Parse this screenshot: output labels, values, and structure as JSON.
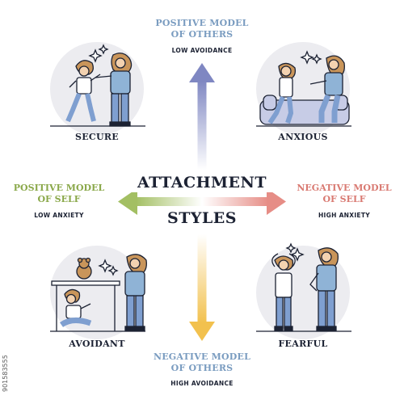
{
  "title": {
    "line1": "ATTACHMENT",
    "line2": "STYLES"
  },
  "top": {
    "main_line1": "POSITIVE MODEL",
    "main_line2": "OF OTHERS",
    "sub": "LOW AVOIDANCE"
  },
  "bottom": {
    "main_line1": "NEGATIVE MODEL",
    "main_line2": "OF OTHERS",
    "sub": "HIGH AVOIDANCE"
  },
  "left": {
    "main_line1": "POSITIVE MODEL",
    "main_line2": "OF SELF",
    "sub": "LOW ANXIETY"
  },
  "right": {
    "main_line1": "NEGATIVE MODEL",
    "main_line2": "OF SELF",
    "sub": "HIGH ANXIETY"
  },
  "quadrants": {
    "top_left": "SECURE",
    "top_right": "ANXIOUS",
    "bottom_left": "AVOIDANT",
    "bottom_right": "FEARFUL"
  },
  "stock_id": "901583555",
  "colors": {
    "navy": "#1c2233",
    "blue": "#7a9cc0",
    "green": "#a3bf63",
    "red": "#e68d86",
    "yellow": "#f2c14e",
    "purple": "#7f87c2",
    "circle": "#ececf0"
  }
}
